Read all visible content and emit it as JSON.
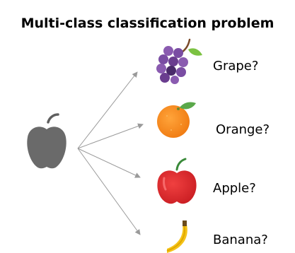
{
  "title": "Multi-class classification problem",
  "input": {
    "icon": "apple-silhouette-icon",
    "color": "#6a6a6a"
  },
  "classes": [
    {
      "label": "Grape?",
      "icon": "grape-icon",
      "color": "#6a3d8f"
    },
    {
      "label": "Orange?",
      "icon": "orange-icon",
      "color": "#f5891d"
    },
    {
      "label": "Apple?",
      "icon": "apple-icon",
      "color": "#e0292b"
    },
    {
      "label": "Banana?",
      "icon": "banana-icon",
      "color": "#f5c318"
    }
  ],
  "arrow_color": "#9a9a9a"
}
